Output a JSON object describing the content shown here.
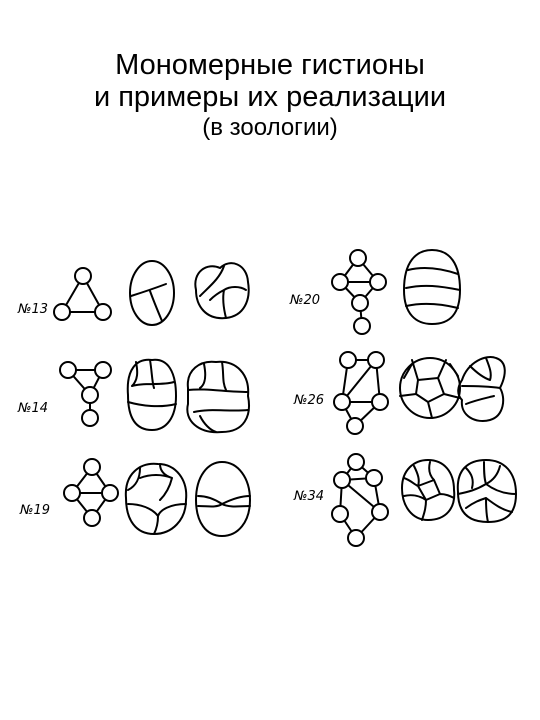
{
  "title": {
    "line1": "Мономерные гистионы",
    "line2": "и примеры их реализации",
    "line3": "(в зоологии)"
  },
  "diagrams": [
    {
      "id": "13",
      "label": "№13"
    },
    {
      "id": "14",
      "label": "№14"
    },
    {
      "id": "19",
      "label": "№19"
    },
    {
      "id": "20",
      "label": "№20"
    },
    {
      "id": "26",
      "label": "№26"
    },
    {
      "id": "34",
      "label": "№34"
    }
  ]
}
